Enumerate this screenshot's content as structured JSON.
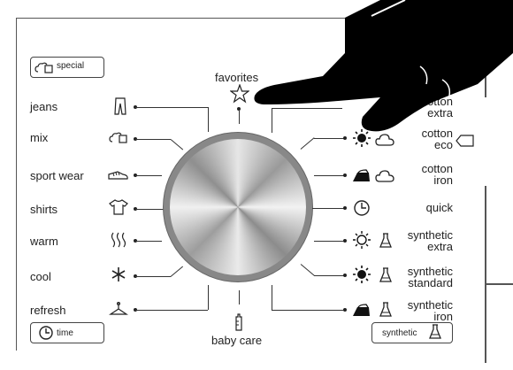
{
  "groups": {
    "special_label": "special",
    "time_label": "time",
    "synthetic_label": "synthetic"
  },
  "top": {
    "favorites": "favorites"
  },
  "bottom": {
    "baby_care": "baby care"
  },
  "left_programs": [
    {
      "label": "jeans",
      "icon": "jeans-icon"
    },
    {
      "label": "mix",
      "icon": "mix-cloud-icon"
    },
    {
      "label": "sport wear",
      "icon": "shoe-icon"
    },
    {
      "label": "shirts",
      "icon": "shirt-icon"
    },
    {
      "label": "warm",
      "icon": "warm-waves-icon"
    },
    {
      "label": "cool",
      "icon": "snowflake-icon"
    },
    {
      "label": "refresh",
      "icon": "hanger-icon"
    }
  ],
  "right_programs": [
    {
      "line1": "cotton",
      "line2": "extra",
      "icon": "sun-cloud-icon"
    },
    {
      "line1": "cotton",
      "line2": "eco",
      "icon": "sun-cloud-icon"
    },
    {
      "line1": "cotton",
      "line2": "iron",
      "icon": "iron-cloud-icon"
    },
    {
      "line1": "quick",
      "line2": "",
      "icon": "clock-icon"
    },
    {
      "line1": "synthetic",
      "line2": "extra",
      "icon": "sun-flask-icon"
    },
    {
      "line1": "synthetic",
      "line2": "standard",
      "icon": "sun-flask-icon"
    },
    {
      "line1": "synthetic",
      "line2": "iron",
      "icon": "iron-flask-icon"
    }
  ],
  "colors": {
    "line": "#333333",
    "knob_light": "#f0f0f0",
    "knob_dark": "#8c8c8c",
    "hand": "#000000"
  }
}
